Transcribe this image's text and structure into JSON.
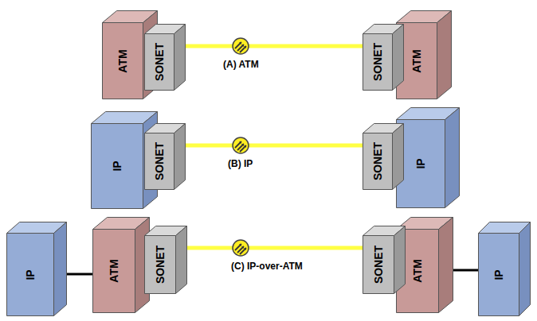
{
  "diagram": {
    "nodes": [
      {
        "text": [
          "ATM"
        ]
      },
      {
        "text": [
          "SONET"
        ]
      },
      {
        "text": [
          "SONET"
        ]
      },
      {
        "text": [
          "ATM"
        ]
      },
      {
        "text": [
          "IP"
        ]
      },
      {
        "text": [
          "SONET"
        ]
      },
      {
        "text": [
          "SONET"
        ]
      },
      {
        "text": [
          "IP"
        ]
      },
      {
        "text": [
          "IP"
        ]
      },
      {
        "text": [
          "ATM"
        ]
      },
      {
        "text": [
          "SONET"
        ]
      },
      {
        "text": [
          "SONET"
        ]
      },
      {
        "text": [
          "ATM"
        ]
      },
      {
        "text": [
          "IP"
        ]
      }
    ],
    "edges": [
      {
        "from": 1,
        "to": 2,
        "arrow": "none",
        "label": "(A) ATM"
      },
      {
        "from": 5,
        "to": 6,
        "arrow": "none",
        "label": "(B) IP"
      },
      {
        "from": 8,
        "to": 9,
        "arrow": "none"
      },
      {
        "from": 10,
        "to": 11,
        "arrow": "none",
        "label": "(C) IP-over-ATM"
      },
      {
        "from": 12,
        "to": 13,
        "arrow": "none"
      }
    ]
  }
}
